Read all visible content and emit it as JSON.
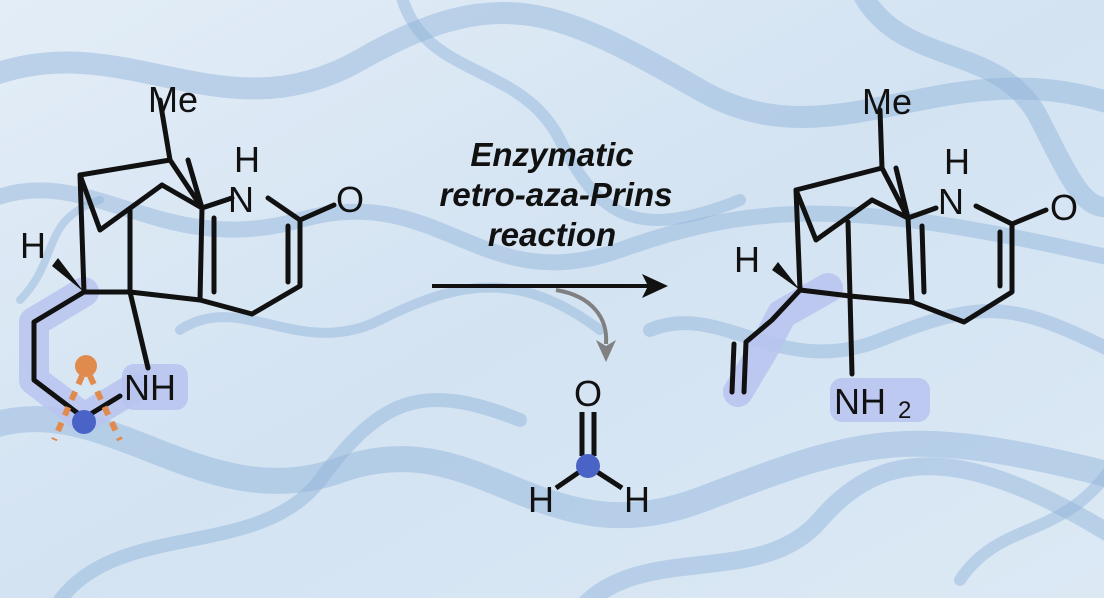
{
  "colors": {
    "background": "#dbe7f3",
    "protein_ribbon": "#8fb1d9",
    "highlight": "#b8c3ef",
    "carbon_dot": "#4a63c6",
    "oxygen_dot": "#e08a4e",
    "cleavage_marks": "#e08a4e",
    "bond": "#111111",
    "byproduct_arrow": "#808080"
  },
  "substrate": {
    "me": "Me",
    "nh_h": "H",
    "nh_n": "N",
    "o": "O",
    "h": "H",
    "amine": "NH"
  },
  "conditions": {
    "line1": "Enzymatic",
    "line2": "retro-aza-Prins",
    "line3": "reaction"
  },
  "byproduct": {
    "o": "O",
    "h_left": "H",
    "h_right": "H"
  },
  "product": {
    "me": "Me",
    "nh_h": "H",
    "nh_n": "N",
    "o": "O",
    "h": "H",
    "amine": "NH",
    "amine_sub": "2"
  }
}
